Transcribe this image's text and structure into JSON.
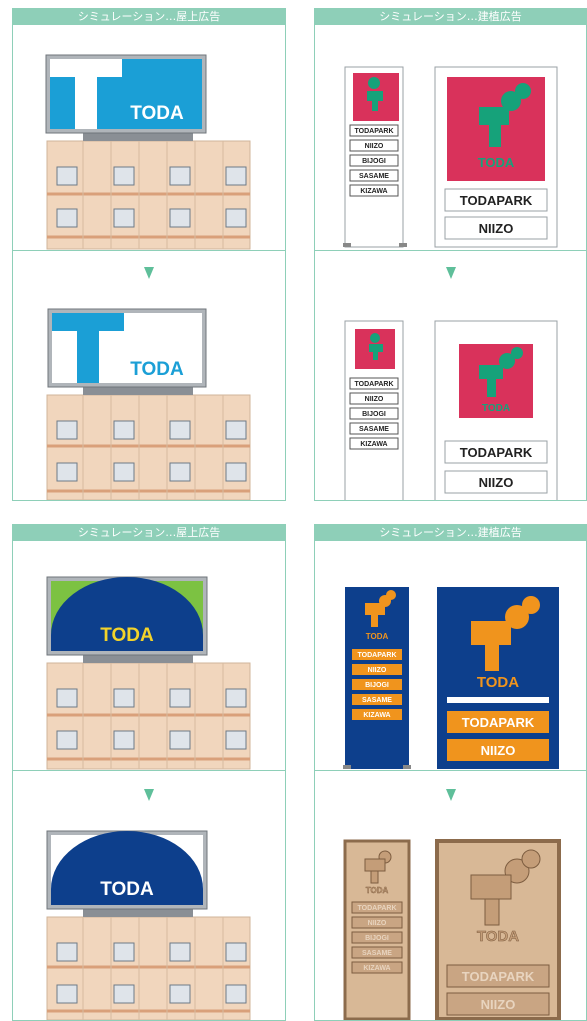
{
  "panels": {
    "tl": {
      "header": "シミュレーション…屋上広告"
    },
    "tr": {
      "header": "シミュレーション…建植広告"
    },
    "bl": {
      "header": "シミュレーション…屋上広告"
    },
    "br": {
      "header": "シミュレーション…建植広告"
    }
  },
  "sign": {
    "brand": "TODA",
    "logo_letter": "T",
    "pylon_small_items": [
      "TODAPARK",
      "NIIZO",
      "BIJOGI",
      "SASAME",
      "KIZAWA"
    ],
    "pylon_large_items": [
      "TODAPARK",
      "NIIZO"
    ]
  },
  "colors": {
    "accent_green": "#8ecfb8",
    "arrow_green": "#5fbf9a",
    "blue_sign": "#1b9fd6",
    "navy": "#0d3f8c",
    "lime": "#7cc242",
    "crimson": "#d9325b",
    "teal_logo": "#16a27a",
    "orange": "#f0941d",
    "wood": "#b58f6a",
    "building": "#f1d6bd"
  }
}
